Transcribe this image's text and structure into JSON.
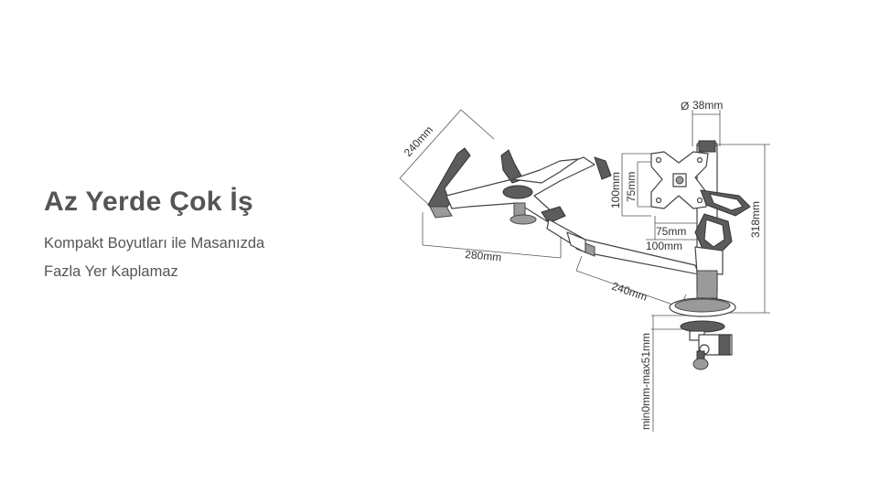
{
  "heading": {
    "title": "Az Yerde Çok İş"
  },
  "description": {
    "line1": "Kompakt Boyutları ile Masanızda",
    "line2": "Fazla Yer Kaplamaz"
  },
  "diagram": {
    "labels": {
      "tray_depth": "240mm",
      "tray_width": "280mm",
      "arm_length": "240mm",
      "pole_diameter": "38mm",
      "diameter_symbol": "Ø",
      "vesa_outer_v": "100mm",
      "vesa_inner_v": "75mm",
      "vesa_inner_h": "75mm",
      "vesa_outer_h": "100mm",
      "height": "318mm",
      "clamp_range": "min0mm-max51mm"
    }
  }
}
